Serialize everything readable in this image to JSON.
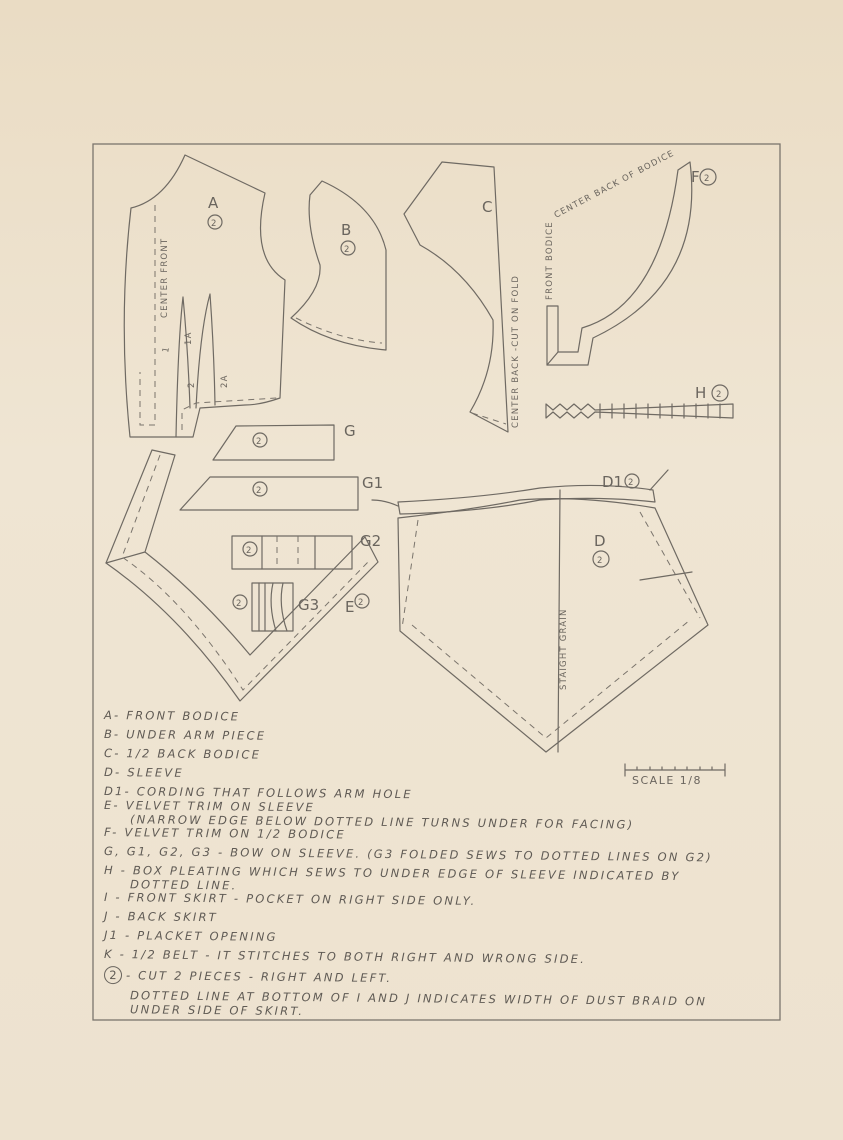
{
  "pieces": {
    "a": {
      "letter": "A",
      "count": "2",
      "center_front": "CENTER FRONT",
      "dart_1": "1",
      "dart_1a": "1A",
      "dart_2": "2",
      "dart_2a": "2A"
    },
    "b": {
      "letter": "B",
      "count": "2"
    },
    "c": {
      "letter": "C",
      "side_text": "CENTER BACK -CUT ON FOLD"
    },
    "f": {
      "letter": "F",
      "count": "2",
      "center_back": "CENTER BACK OF BODICE",
      "front": "FRONT BODICE"
    },
    "h": {
      "letter": "H",
      "count": "2"
    },
    "g": {
      "letter": "G",
      "count": "2"
    },
    "g1": {
      "letter": "G1",
      "count": "2"
    },
    "g2": {
      "letter": "G2",
      "count": "2"
    },
    "g3": {
      "letter": "G3",
      "count": "2"
    },
    "e": {
      "letter": "E",
      "count": "2"
    },
    "d": {
      "letter": "D",
      "count": "2",
      "grain": "STAIGHT GRAIN"
    },
    "d1": {
      "letter": "D1",
      "count": "2"
    }
  },
  "scale": "SCALE 1/8",
  "legend": [
    "A- FRONT BODICE",
    "B- UNDER ARM PIECE",
    "C- 1/2 BACK BODICE",
    "D- SLEEVE",
    "D1- CORDING THAT FOLLOWS ARM HOLE",
    "E- VELVET TRIM ON SLEEVE",
    "(NARROW EDGE BELOW DOTTED LINE TURNS UNDER FOR FACING)",
    "F- VELVET TRIM ON 1/2 BODICE",
    "G, G1, G2, G3 - BOW ON SLEEVE. (G3 FOLDED SEWS TO DOTTED LINES ON G2)",
    "H - BOX PLEATING WHICH SEWS TO UNDER EDGE OF SLEEVE INDICATED BY",
    "DOTTED LINE.",
    "I - FRONT SKIRT - POCKET ON RIGHT SIDE ONLY.",
    "J - BACK SKIRT",
    "J1 - PLACKET OPENING",
    "K - 1/2 BELT - IT STITCHES TO BOTH RIGHT AND WRONG SIDE.",
    "- CUT 2 PIECES - RIGHT AND LEFT.",
    "DOTTED LINE AT BOTTOM OF I AND J INDICATES WIDTH OF DUST BRAID ON",
    "UNDER SIDE OF SKIRT."
  ],
  "legend_circle": "2",
  "colors": {
    "paper": "#ecdfc9",
    "pencil": "#6f6a63"
  }
}
